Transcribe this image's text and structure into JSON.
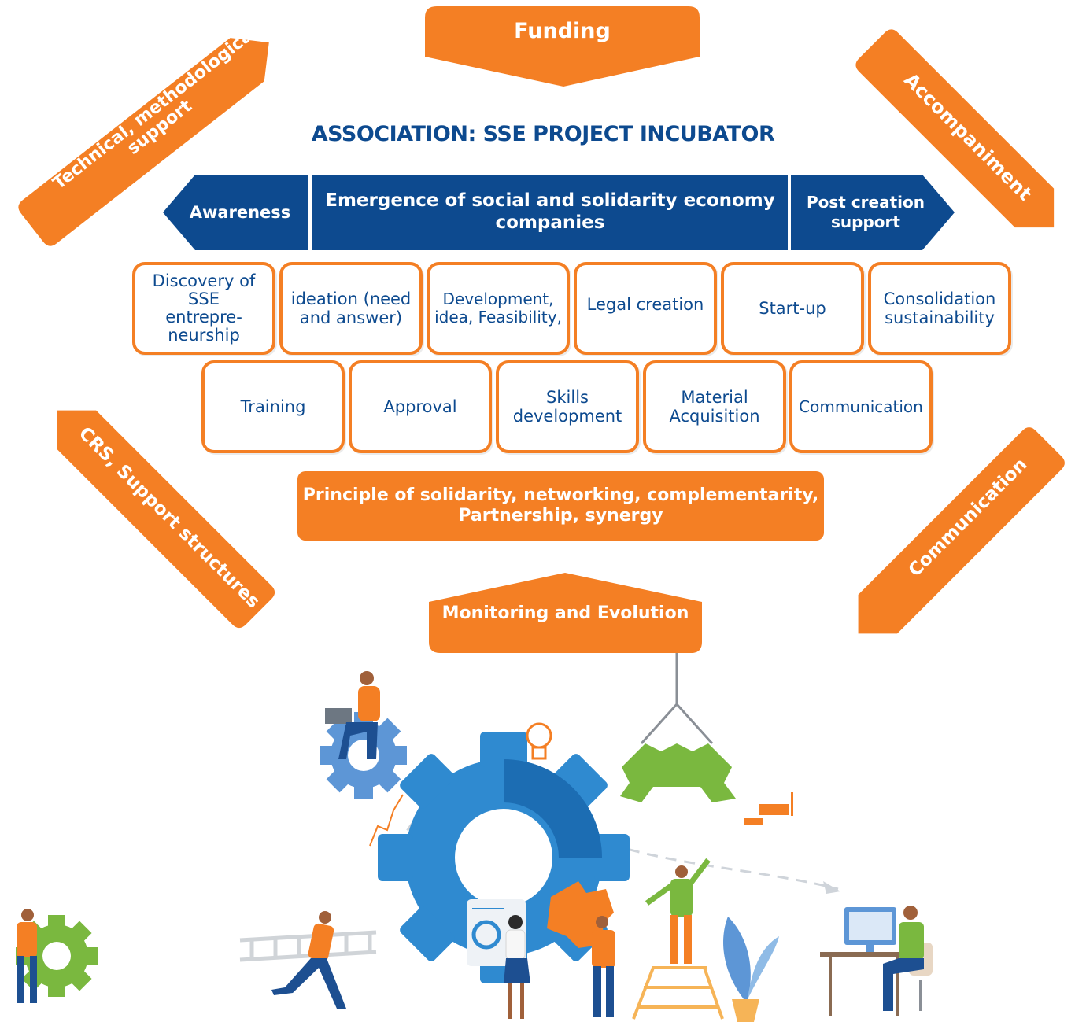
{
  "title": "ASSOCIATION: SSE PROJECT INCUBATOR",
  "top_label": "Funding",
  "bottom_label": "Monitoring and Evolution",
  "corner_labels": {
    "top_left": "Technical, methodological support",
    "top_left_line1": "Technical, methodological",
    "top_left_line2": "support",
    "top_right": "Accompaniment",
    "bottom_left": "CRS, Support structures",
    "bottom_right": "Communication"
  },
  "phases": {
    "left": "Awareness",
    "center_line1": "Emergence of social and solidarity economy",
    "center_line2": "companies",
    "right_line1": "Post creation",
    "right_line2": "support"
  },
  "steps_row1": [
    {
      "line1": "Discovery of",
      "line2": "SSE",
      "line3": "entrepre-",
      "line4": "neurship"
    },
    {
      "line1": "ideation (need",
      "line2": "and answer)"
    },
    {
      "line1": "Development,",
      "line2": "idea, Feasibility,"
    },
    {
      "line1": "Legal creation"
    },
    {
      "line1": "Start-up"
    },
    {
      "line1": "Consolidation",
      "line2": "sustainability"
    }
  ],
  "steps_row2": [
    {
      "line1": "Training"
    },
    {
      "line1": "Approval"
    },
    {
      "line1": "Skills",
      "line2": "development"
    },
    {
      "line1": "Material",
      "line2": "Acquisition"
    },
    {
      "line1": "Communication"
    }
  ],
  "principle": {
    "line1": "Principle of solidarity, networking, complementarity,",
    "line2": "Partnership, synergy"
  },
  "colors": {
    "orange": "#f47f24",
    "navy": "#0d4a8f",
    "blue": "#2f8ad0",
    "green": "#7ab83f"
  }
}
